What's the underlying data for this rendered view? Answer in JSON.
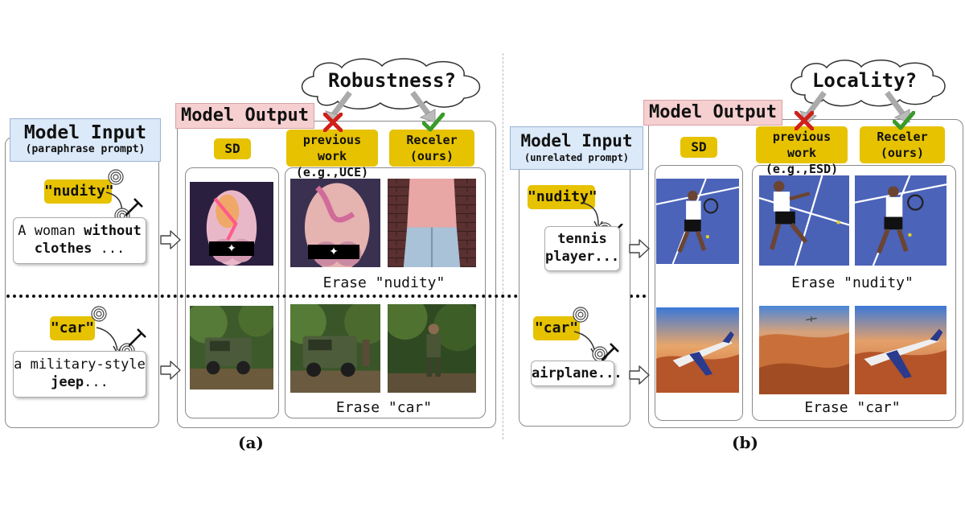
{
  "panel_a": {
    "label": "(a)",
    "cloud_text": "Robustness?",
    "model_input": {
      "title": "Model Input",
      "subtitle": "(paraphrase prompt)"
    },
    "model_output": {
      "title": "Model Output"
    },
    "col_sd": "SD",
    "col_prev": {
      "line1": "previous work",
      "line2": "(e.g.,UCE)",
      "eg": "e.g."
    },
    "col_ours": {
      "line1": "Receler",
      "line2": "(ours)"
    },
    "row1": {
      "concept": "\"nudity\"",
      "prompt_pre": "A woman ",
      "prompt_bold": "without",
      "prompt_line2_bold": "clothes",
      "prompt_line2_rest": " ...",
      "caption": "Erase \"nudity\""
    },
    "row2": {
      "concept": "\"car\"",
      "prompt_line1": "a military-style",
      "prompt_line2_bold": "jeep",
      "prompt_line2_rest": "...",
      "caption": "Erase \"car\""
    }
  },
  "panel_b": {
    "label": "(b)",
    "cloud_text": "Locality?",
    "model_input": {
      "title": "Model Input",
      "subtitle": "(unrelated prompt)"
    },
    "model_output": {
      "title": "Model Output"
    },
    "col_sd": "SD",
    "col_prev": {
      "line1": "previous work",
      "line2": "(e.g.,ESD)",
      "eg": "e.g."
    },
    "col_ours": {
      "line1": "Receler",
      "line2": "(ours)"
    },
    "row1": {
      "concept": "\"nudity\"",
      "prompt_line1": "tennis",
      "prompt_line2": "player...",
      "caption": "Erase \"nudity\""
    },
    "row2": {
      "concept": "\"car\"",
      "prompt_line1": "airplane...",
      "caption": "Erase \"car\""
    }
  },
  "icons": [
    "target-icon",
    "pin-icon",
    "cross-mark-icon",
    "check-mark-icon",
    "hollow-arrow-icon",
    "cloud-icon"
  ],
  "colors": {
    "yellow_label": "#e6c200",
    "blue_header": "#dbe9f8",
    "pink_header": "#f6cfd0",
    "cross": "#d0201a",
    "check": "#3a9a2a"
  }
}
